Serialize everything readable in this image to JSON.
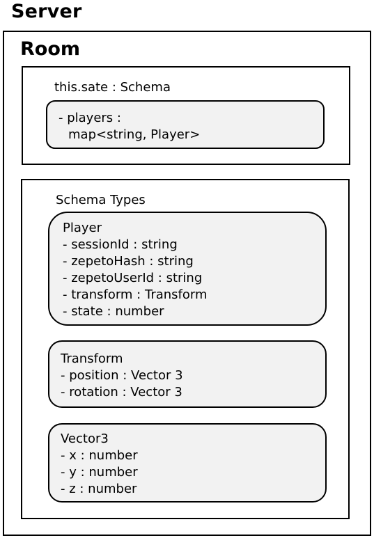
{
  "server": {
    "title": "Server"
  },
  "room": {
    "title": "Room"
  },
  "state": {
    "label": "this.sate : Schema",
    "players_line1": "- players :",
    "players_line2": "map<string, Player>"
  },
  "schema_types": {
    "label": "Schema Types",
    "player": {
      "name": "Player",
      "fields": [
        "- sessionId : string",
        "- zepetoHash : string",
        "- zepetoUserId : string",
        "- transform : Transform",
        "- state : number"
      ]
    },
    "transform": {
      "name": "Transform",
      "fields": [
        "- position : Vector 3",
        "- rotation : Vector 3"
      ]
    },
    "vector3": {
      "name": "Vector3",
      "fields": [
        "- x : number",
        "- y : number",
        "- z : number"
      ]
    }
  }
}
